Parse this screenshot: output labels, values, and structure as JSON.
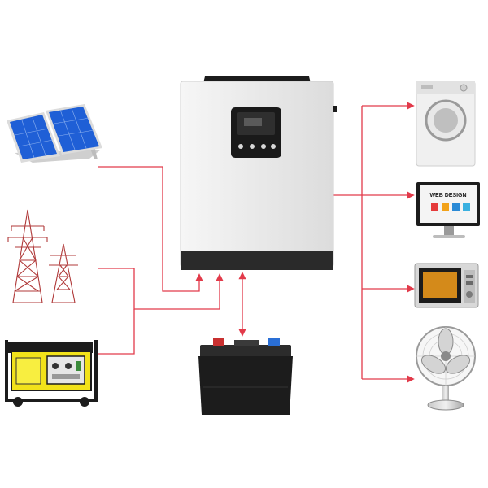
{
  "diagram": {
    "title": "",
    "colors": {
      "connector": "#e23a4a",
      "inverter_body": "#ececec",
      "inverter_base": "#2a2a2a",
      "panel_blue": "#1f5fd6",
      "generator_yellow": "#f2e21a",
      "battery_black": "#1c1c1c"
    },
    "sources": [
      {
        "id": "solar",
        "icon": "solar-panel-icon"
      },
      {
        "id": "grid",
        "icon": "power-pylon-icon"
      },
      {
        "id": "generator",
        "icon": "generator-icon"
      }
    ],
    "hub": {
      "id": "inverter",
      "icon": "hybrid-inverter-icon"
    },
    "storage": {
      "id": "battery",
      "icon": "battery-icon"
    },
    "loads": [
      {
        "id": "washer",
        "icon": "washing-machine-icon"
      },
      {
        "id": "monitor",
        "icon": "monitor-icon",
        "screen_text": "WEB DESIGN"
      },
      {
        "id": "microwave",
        "icon": "microwave-icon"
      },
      {
        "id": "fan",
        "icon": "desk-fan-icon"
      }
    ]
  }
}
